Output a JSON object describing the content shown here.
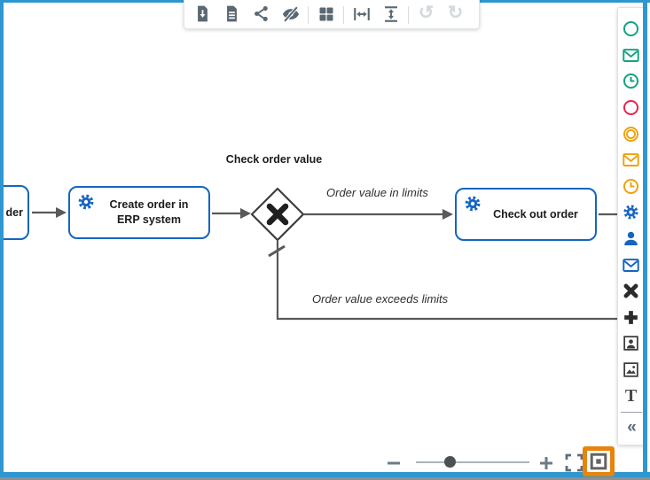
{
  "colors": {
    "frame_blue": "#2f97cf",
    "task_blue": "#1565c0",
    "flow_gray": "#58595b",
    "palette_green": "#12a385",
    "palette_red": "#e8274c",
    "palette_orange": "#efa20e",
    "toolbar_slate": "#5a6872",
    "disabled_gray": "#d3d9dd",
    "highlight_orange": "#e8830c"
  },
  "toolbar": {
    "icons": [
      "download-file",
      "document",
      "share",
      "hide-preview",
      "grid",
      "fit-width",
      "fit-height",
      "undo",
      "redo"
    ],
    "undo_glyph": "↺",
    "redo_glyph": "↻"
  },
  "palette": {
    "items": [
      "start-event",
      "message-start-event",
      "timer-start-event",
      "end-event",
      "intermediate-event",
      "message-intermediate-event",
      "timer-intermediate-event",
      "service-task",
      "user-task",
      "send-task",
      "exclusive-gateway",
      "parallel-gateway",
      "portrait",
      "image",
      "text",
      "collapse"
    ],
    "text_glyph": "T",
    "collapse_glyph": "«"
  },
  "diagram": {
    "tasks": [
      {
        "id": "task-partial",
        "label": "der"
      },
      {
        "id": "task-create-order",
        "label": "Create order in\nERP system"
      },
      {
        "id": "task-check-out",
        "label": "Check out order"
      }
    ],
    "gateway_label": "Check order value",
    "flow_labels": {
      "in_limits": "Order value in limits",
      "exceeds": "Order value exceeds limits"
    }
  },
  "zoom_controls": {
    "buttons": [
      "zoom-out",
      "zoom-in",
      "fit-screen",
      "overview"
    ],
    "slider_value_ratio": 0.3,
    "overview_active": true
  }
}
